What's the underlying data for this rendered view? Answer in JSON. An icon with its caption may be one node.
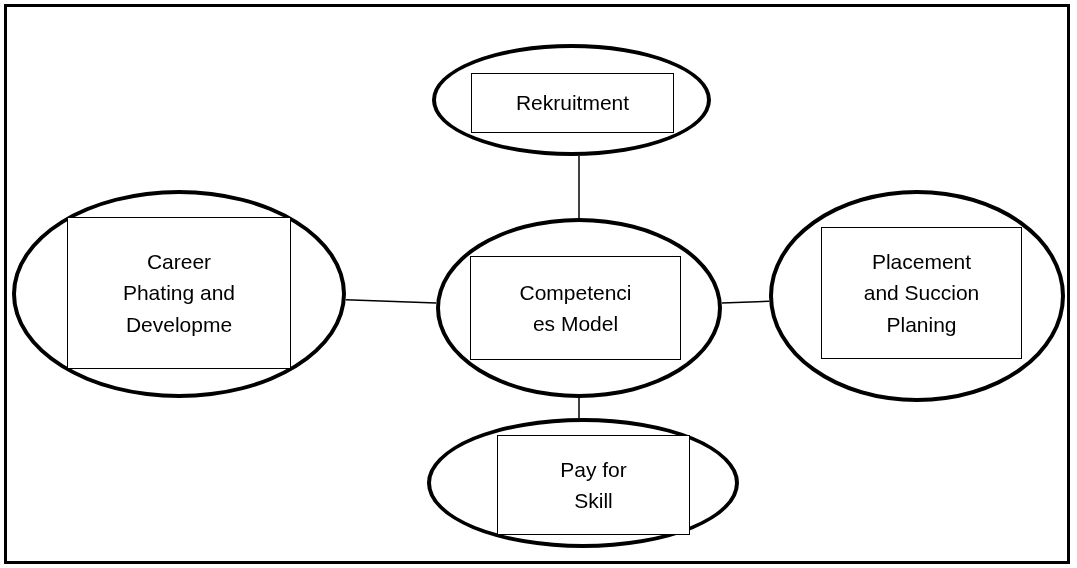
{
  "diagram": {
    "nodes": [
      {
        "text": [],
        "shape": "ellipse"
      },
      {
        "text": [
          "Rekruitment"
        ],
        "in": 0
      },
      {
        "text": [],
        "shape": "ellipse"
      },
      {
        "text": [
          "Career Phating and Developme"
        ],
        "in": 2
      },
      {
        "text": [],
        "shape": "ellipse"
      },
      {
        "text": [
          "Competenci es Model"
        ],
        "in": 4
      },
      {
        "text": [],
        "shape": "ellipse"
      },
      {
        "text": [
          "Placement and Succion Planing"
        ],
        "in": 6
      },
      {
        "text": [],
        "shape": "ellipse"
      },
      {
        "text": [
          "Pay for Skill"
        ],
        "in": 8
      }
    ],
    "edges": [
      {
        "from": 4,
        "to": 0,
        "arrow": "none"
      },
      {
        "from": 4,
        "to": 2,
        "arrow": "none"
      },
      {
        "from": 4,
        "to": 6,
        "arrow": "none"
      },
      {
        "from": 4,
        "to": 8,
        "arrow": "none"
      }
    ]
  }
}
